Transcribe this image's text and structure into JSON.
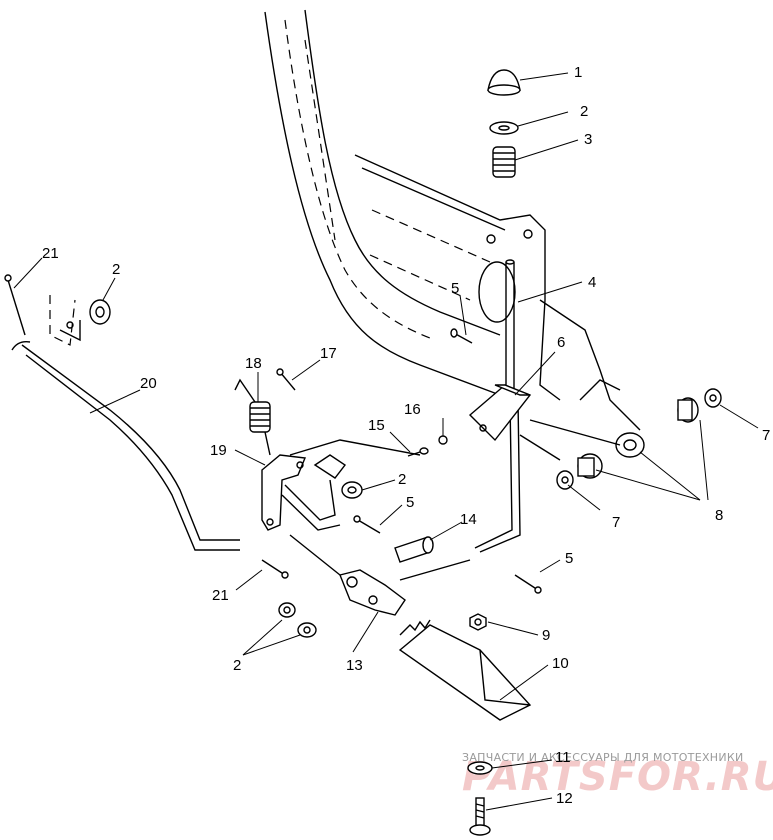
{
  "callouts": [
    {
      "id": "c1",
      "text": "1"
    },
    {
      "id": "c2a",
      "text": "2"
    },
    {
      "id": "c3",
      "text": "3"
    },
    {
      "id": "c4",
      "text": "4"
    },
    {
      "id": "c5a",
      "text": "5"
    },
    {
      "id": "c6",
      "text": "6"
    },
    {
      "id": "c7a",
      "text": "7"
    },
    {
      "id": "c8",
      "text": "8"
    },
    {
      "id": "c7b",
      "text": "7"
    },
    {
      "id": "c21a",
      "text": "21"
    },
    {
      "id": "c2b",
      "text": "2"
    },
    {
      "id": "c18",
      "text": "18"
    },
    {
      "id": "c17",
      "text": "17"
    },
    {
      "id": "c20",
      "text": "20"
    },
    {
      "id": "c16",
      "text": "16"
    },
    {
      "id": "c15",
      "text": "15"
    },
    {
      "id": "c19",
      "text": "19"
    },
    {
      "id": "c2c",
      "text": "2"
    },
    {
      "id": "c5b",
      "text": "5"
    },
    {
      "id": "c14",
      "text": "14"
    },
    {
      "id": "c5c",
      "text": "5"
    },
    {
      "id": "c21b",
      "text": "21"
    },
    {
      "id": "c9",
      "text": "9"
    },
    {
      "id": "c2d",
      "text": "2"
    },
    {
      "id": "c13",
      "text": "13"
    },
    {
      "id": "c10",
      "text": "10"
    },
    {
      "id": "c11",
      "text": "11"
    },
    {
      "id": "c12",
      "text": "12"
    }
  ],
  "watermark": {
    "caption": "ЗАПЧАСТИ И АКСЕССУАРЫ ДЛЯ МОТОТЕХНИКИ",
    "brand": "PARTSFOR.RU"
  }
}
